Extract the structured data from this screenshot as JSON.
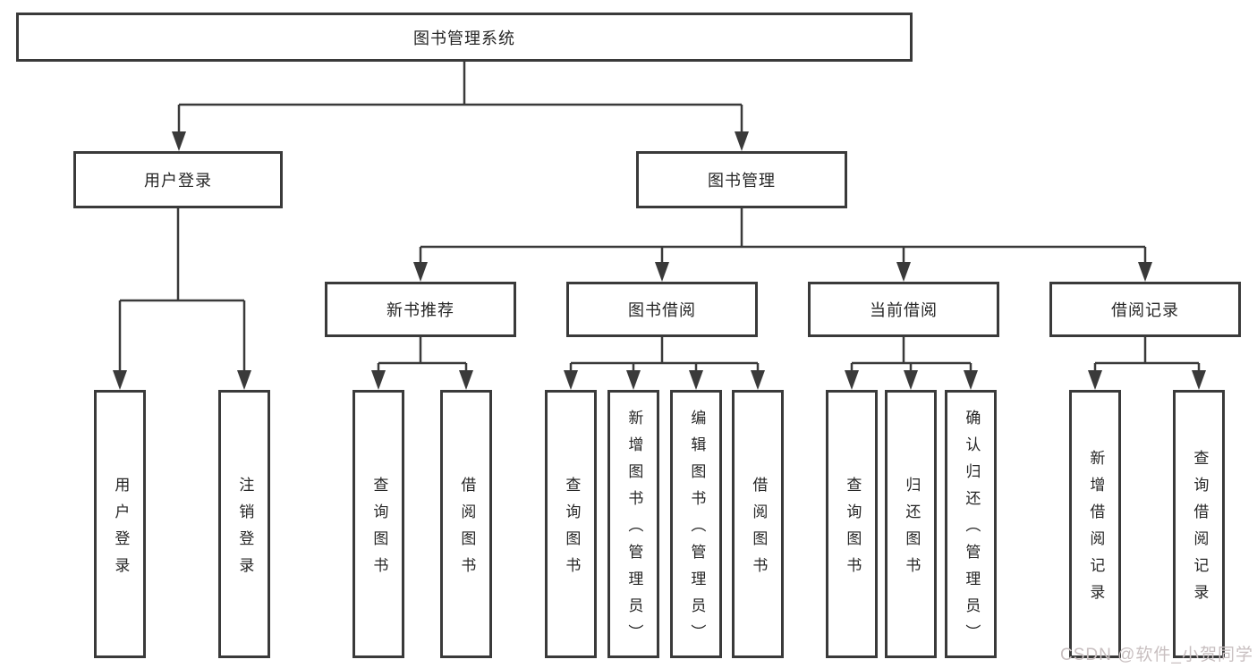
{
  "nodes": {
    "root": "图书管理系统",
    "user_login": "用户登录",
    "book_mgmt": "图书管理",
    "new_books": "新书推荐",
    "book_borrow": "图书借阅",
    "current_borrow": "当前借阅",
    "borrow_records": "借阅记录",
    "leaves": {
      "user_login": [
        "用户登录",
        "注销登录"
      ],
      "new_books": [
        "查询图书",
        "借阅图书"
      ],
      "book_borrow": [
        "查询图书",
        "新增图书（管理员）",
        "编辑图书（管理员）",
        "借阅图书"
      ],
      "current_borrow": [
        "查询图书",
        "归还图书",
        "确认归还（管理员）"
      ],
      "borrow_records": [
        "新增借阅记录",
        "查询借阅记录"
      ]
    }
  },
  "watermark": "CSDN @软件_小贺同学",
  "colors": {
    "line": "#3a3a3a",
    "text": "#262626",
    "box_background": "#ffffff",
    "watermark": "#c8bfc0",
    "background": "#ffffff"
  }
}
